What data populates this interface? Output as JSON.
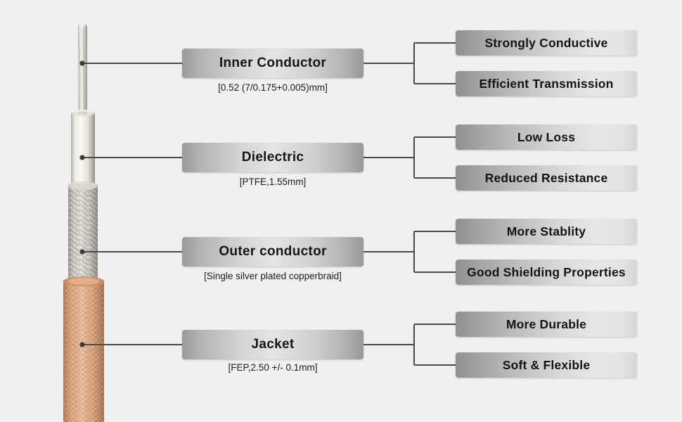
{
  "diagram": {
    "title": "Coaxial Cable Construction Callout Diagram",
    "background_color": "#f0f0f0",
    "line_color": "#4a4a4a",
    "box_text_color": "#161616",
    "image": {
      "name": "coaxial-cable-cutaway-photo",
      "description": "Stripped coaxial cable showing stranded silver inner conductor, white PTFE dielectric, silver plated copper braid and amber FEP jacket",
      "layers": [
        {
          "name": "inner-conductor",
          "color": "#e8e6e2"
        },
        {
          "name": "dielectric",
          "color": "#f4f1ec"
        },
        {
          "name": "outer-conductor",
          "color": "#dddcd6"
        },
        {
          "name": "jacket",
          "color": "#dca583"
        }
      ]
    },
    "layers": [
      {
        "id": "inner-conductor",
        "label": "Inner Conductor",
        "spec": "[0.52 (7/0.175+0.005)mm]",
        "benefits": [
          "Strongly Conductive",
          "Efficient Transmission"
        ]
      },
      {
        "id": "dielectric",
        "label": "Dielectric",
        "spec": "[PTFE,1.55mm]",
        "benefits": [
          "Low Loss",
          "Reduced Resistance"
        ]
      },
      {
        "id": "outer-conductor",
        "label": "Outer conductor",
        "spec": "[Single silver plated copperbraid]",
        "benefits": [
          "More Stablity",
          "Good Shielding Properties"
        ]
      },
      {
        "id": "jacket",
        "label": "Jacket",
        "spec": "[FEP,2.50 +/- 0.1mm]",
        "benefits": [
          "More Durable",
          "Soft & Flexible"
        ]
      }
    ]
  }
}
